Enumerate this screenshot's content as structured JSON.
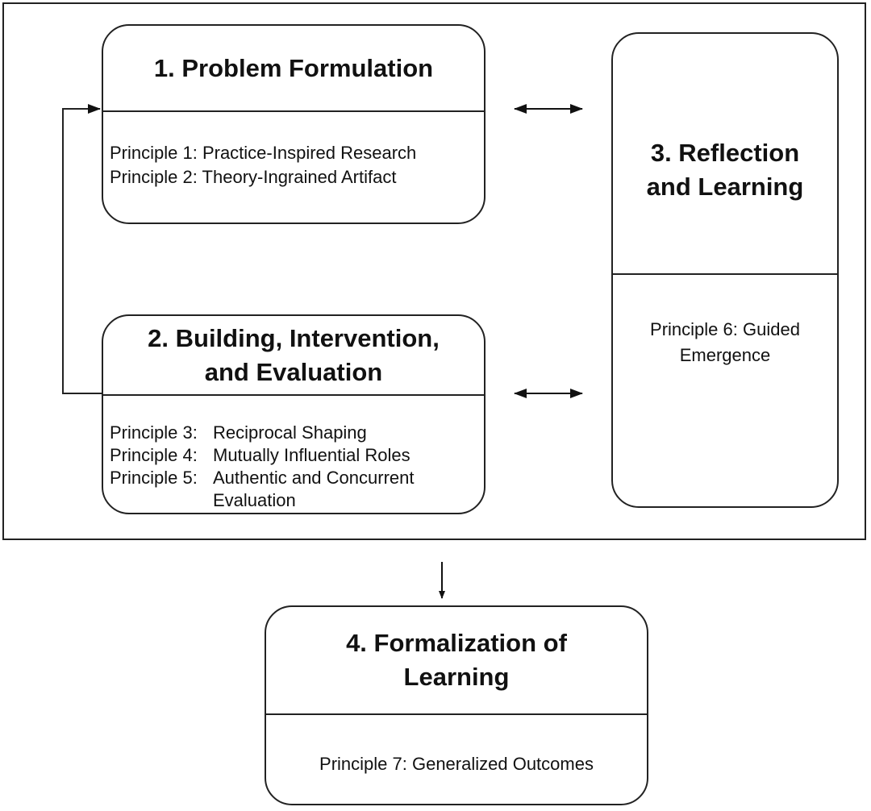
{
  "stage1": {
    "title": "1.  Problem Formulation",
    "principles": [
      "Principle 1:  Practice-Inspired Research",
      "Principle 2:  Theory-Ingrained Artifact"
    ]
  },
  "stage2": {
    "title_line1": "2.  Building, Intervention,",
    "title_line2": "and Evaluation",
    "principles": [
      {
        "label": "Principle 3:",
        "text": "Reciprocal Shaping"
      },
      {
        "label": "Principle 4:",
        "text": "Mutually Influential Roles"
      },
      {
        "label": "Principle 5:",
        "text": "Authentic and Concurrent Evaluation"
      }
    ]
  },
  "stage3": {
    "title_line1": "3.  Reflection",
    "title_line2": "and Learning",
    "principle_line1": "Principle 6:  Guided",
    "principle_line2": "Emergence"
  },
  "stage4": {
    "title_line1": "4. Formalization of",
    "title_line2": "Learning",
    "principle": "Principle 7:  Generalized Outcomes"
  },
  "colors": {
    "stroke": "#222222",
    "text": "#111111",
    "background": "#ffffff"
  }
}
